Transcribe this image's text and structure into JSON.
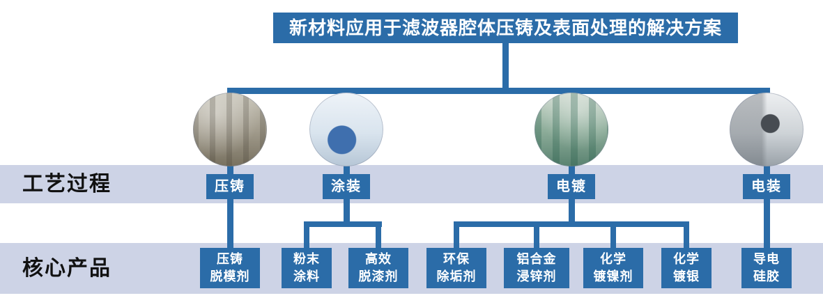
{
  "title": "新材料应用于滤波器腔体压铸及表面处理的解决方案",
  "bands": {
    "process_label": "工艺过程",
    "product_label": "核心产品"
  },
  "processes": [
    {
      "label": "压铸",
      "photo": "die-casting-workshop-photo"
    },
    {
      "label": "涂装",
      "photo": "coating-booth-photo"
    },
    {
      "label": "电镀",
      "photo": "plating-line-photo"
    },
    {
      "label": "电装",
      "photo": "dispensing-robot-photo"
    }
  ],
  "products": [
    {
      "line1": "压铸",
      "line2": "脱模剂"
    },
    {
      "line1": "粉末",
      "line2": "涂料"
    },
    {
      "line1": "高效",
      "line2": "脱漆剂"
    },
    {
      "line1": "环保",
      "line2": "除垢剂"
    },
    {
      "line1": "铝合金",
      "line2": "浸锌剂"
    },
    {
      "line1": "化学",
      "line2": "镀镍剂"
    },
    {
      "line1": "化学",
      "line2": "镀银"
    },
    {
      "line1": "导电",
      "line2": "硅胶"
    }
  ],
  "colors": {
    "node_blue": "#2b6ca8",
    "connector_blue": "#2b6ca8",
    "band_background": "#cdd3e6",
    "title_text": "#ffffff",
    "band_label_text": "#111111"
  }
}
